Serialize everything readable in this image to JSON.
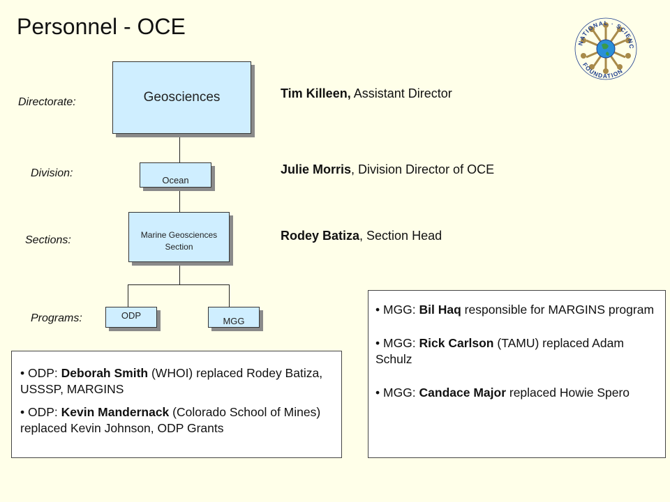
{
  "title": "Personnel - OCE",
  "logo": {
    "text": "NATIONAL SCIENCE FOUNDATION"
  },
  "levels": {
    "directorate": "Directorate:",
    "division": "Division:",
    "sections": "Sections:",
    "programs": "Programs:"
  },
  "boxes": {
    "geosciences": "Geosciences",
    "ocean": "Ocean",
    "marine_line1": "Marine Geosciences",
    "marine_line2": "Section",
    "odp": "ODP",
    "mgg": "MGG"
  },
  "people": {
    "killeen": {
      "name": "Tim Killeen,",
      "role": " Assistant Director"
    },
    "morris": {
      "name": "Julie Morris",
      "role": ", Division Director of OCE"
    },
    "batiza": {
      "name": "Rodey Batiza",
      "role": ", Section Head"
    }
  },
  "odp_notes": [
    {
      "prefix": "• ODP: ",
      "name": "Deborah Smith",
      "rest": " (WHOI) replaced Rodey Batiza, USSSP, MARGINS"
    },
    {
      "prefix": "• ODP: ",
      "name": "Kevin Mandernack",
      "rest": " (Colorado School of Mines) replaced Kevin Johnson, ODP Grants"
    }
  ],
  "mgg_notes": [
    {
      "prefix": "• MGG: ",
      "name": "Bil Haq",
      "rest": "  responsible for MARGINS program"
    },
    {
      "prefix": "• MGG: ",
      "name": "Rick Carlson",
      "rest": " (TAMU) replaced Adam Schulz"
    },
    {
      "prefix": "• MGG: ",
      "name": "Candace Major",
      "rest": " replaced Howie Spero"
    }
  ]
}
